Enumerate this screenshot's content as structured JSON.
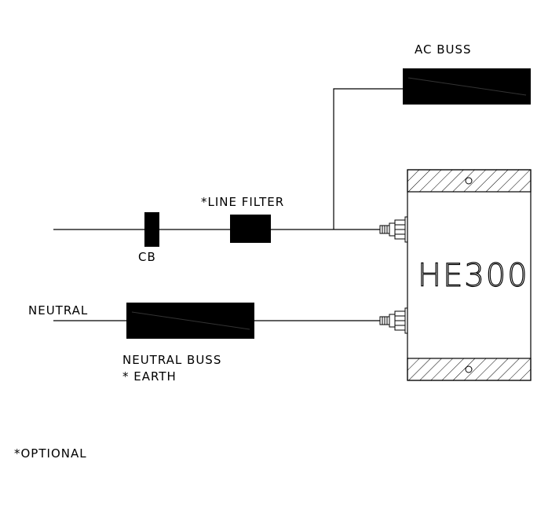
{
  "labels": {
    "ac_buss": "AC BUSS",
    "line_filter": "*LINE FILTER",
    "cb": "CB",
    "he300": "HE300",
    "neutral": "NEUTRAL",
    "neutral_buss": "NEUTRAL BUSS",
    "earth": "* EARTH",
    "optional": "*OPTIONAL"
  },
  "colors": {
    "line": "#000000",
    "fill": "#000000",
    "background": "#ffffff"
  }
}
